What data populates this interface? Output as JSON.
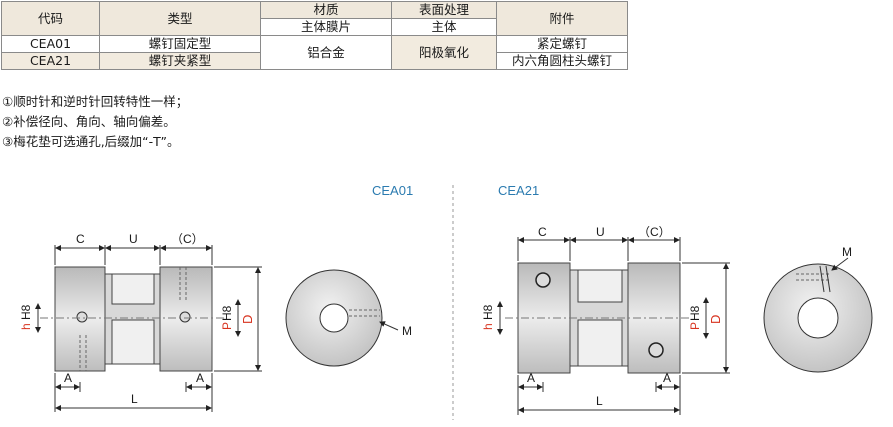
{
  "table": {
    "headers": {
      "code": "代码",
      "type": "类型",
      "material": "材质",
      "surface": "表面处理",
      "accessory": "附件",
      "material_sub1": "主体膜片",
      "surface_sub1": "主体"
    },
    "rows": [
      {
        "code": "CEA01",
        "type": "螺钉固定型",
        "accessory": "紧定螺钉"
      },
      {
        "code": "CEA21",
        "type": "螺钉夹紧型",
        "accessory": "内六角圆柱头螺钉"
      }
    ],
    "material_value": "铝合金",
    "surface_value": "阳极氧化"
  },
  "notes": [
    "①顺时针和逆时针回转特性一样；",
    "②补偿径向、角向、轴向偏差。",
    "③梅花垫可选通孔,后缀加“-T”。"
  ],
  "drawing": {
    "left_label": "CEA01",
    "right_label": "CEA21",
    "dims": {
      "C": "C",
      "U": "U",
      "C_paren": "（C）",
      "A": "A",
      "L": "L",
      "D": "D",
      "P": "P",
      "P_sub": "H8",
      "h": "h",
      "h_sub": "H8",
      "M": "M"
    },
    "colors": {
      "accent_red": "#d8321e",
      "label_blue": "#2b7bb0"
    }
  }
}
